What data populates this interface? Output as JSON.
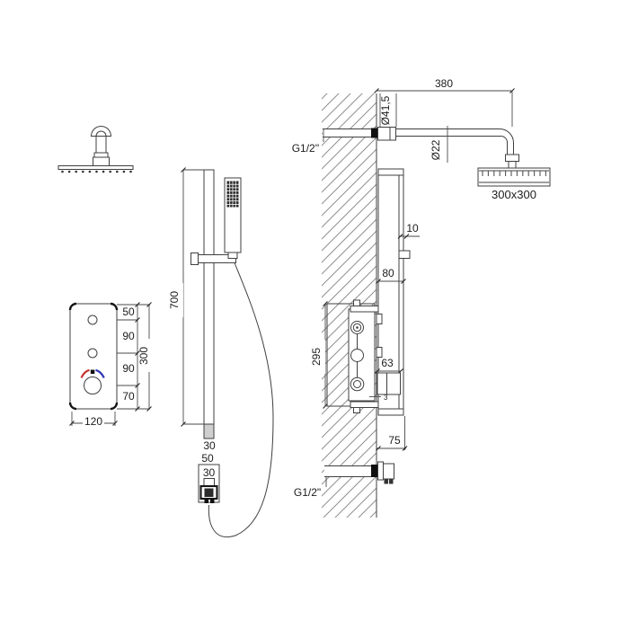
{
  "title": "shower-system-installation-drawing",
  "colors": {
    "line": "#3f3f3f",
    "black_fitting": "#101010",
    "hot_indicator": "#c2342c",
    "cold_indicator": "#2c35b5",
    "rail_tip_fill": "#cfcfcf",
    "spray_face": "#2b2b2b"
  },
  "slider": {
    "height": "700",
    "rail_end_width": "30",
    "outlet_offset": "50",
    "outlet_width": "30"
  },
  "panel": {
    "seg_top": "50",
    "seg_mid1": "90",
    "seg_mid2": "90",
    "seg_bottom": "70",
    "total_height": "300",
    "width": "120"
  },
  "side": {
    "arm_length": "380",
    "flange_diameter": "Ø41,5",
    "arm_diameter": "Ø22",
    "top_inlet": "G1/2''",
    "head_size": "300x300",
    "rail_offset": "10",
    "upper_offset": "80",
    "valve_height": "295",
    "diverter_width": "63",
    "diverter_detail": "3",
    "lower_offset": "75",
    "bottom_inlet": "G1/2\""
  }
}
